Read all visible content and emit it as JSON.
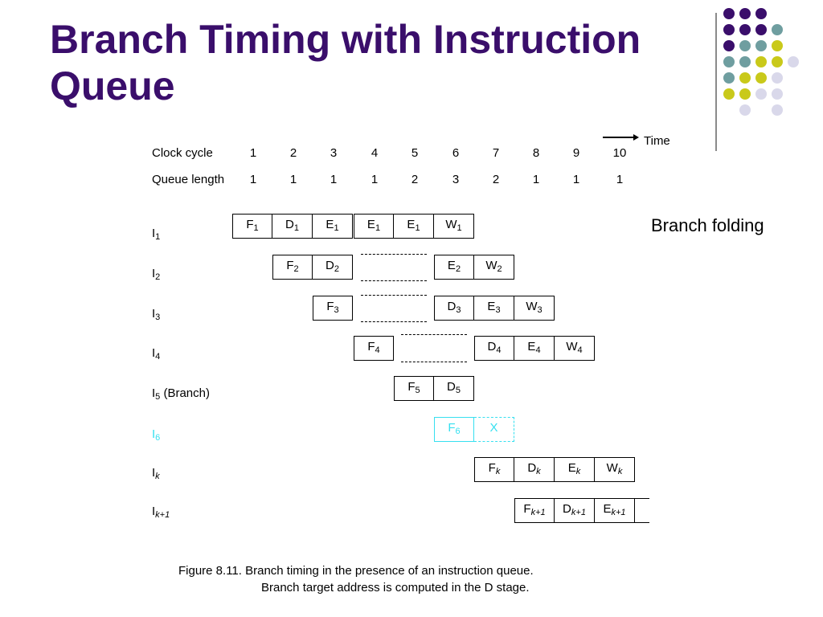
{
  "slide": {
    "title": "Branch Timing with Instruction Queue",
    "accent_color": "#3a0e6b"
  },
  "diagram": {
    "time_label": "Time",
    "clock_cycle_label": "Clock cycle",
    "queue_length_label": "Queue length",
    "cycles": [
      "1",
      "2",
      "3",
      "4",
      "5",
      "6",
      "7",
      "8",
      "9",
      "10"
    ],
    "queue_lengths": [
      "1",
      "1",
      "1",
      "1",
      "2",
      "3",
      "2",
      "1",
      "1",
      "1"
    ],
    "annotation": "Branch folding",
    "row_labels": {
      "i1": {
        "base": "I",
        "sub": "1",
        "suffix": ""
      },
      "i2": {
        "base": "I",
        "sub": "2",
        "suffix": ""
      },
      "i3": {
        "base": "I",
        "sub": "3",
        "suffix": ""
      },
      "i4": {
        "base": "I",
        "sub": "4",
        "suffix": ""
      },
      "i5": {
        "base": "I",
        "sub": "5",
        "suffix": " (Branch)"
      },
      "i6": {
        "base": "I",
        "sub": "6",
        "suffix": ""
      },
      "ik": {
        "base": "I",
        "sub": "k",
        "suffix": ""
      },
      "ik1": {
        "base": "I",
        "sub": "k+1",
        "suffix": ""
      }
    },
    "stages": {
      "i1": [
        {
          "l": "F",
          "s": "1"
        },
        {
          "l": "D",
          "s": "1"
        },
        {
          "l": "E",
          "s": "1"
        },
        {
          "l": "E",
          "s": "1"
        },
        {
          "l": "E",
          "s": "1"
        },
        {
          "l": "W",
          "s": "1"
        }
      ],
      "i2": [
        {
          "l": "F",
          "s": "2"
        },
        {
          "l": "D",
          "s": "2"
        },
        {
          "l": "E",
          "s": "2"
        },
        {
          "l": "W",
          "s": "2"
        }
      ],
      "i3": [
        {
          "l": "F",
          "s": "3"
        },
        {
          "l": "D",
          "s": "3"
        },
        {
          "l": "E",
          "s": "3"
        },
        {
          "l": "W",
          "s": "3"
        }
      ],
      "i4": [
        {
          "l": "F",
          "s": "4"
        },
        {
          "l": "D",
          "s": "4"
        },
        {
          "l": "E",
          "s": "4"
        },
        {
          "l": "W",
          "s": "4"
        }
      ],
      "i5": [
        {
          "l": "F",
          "s": "5"
        },
        {
          "l": "D",
          "s": "5"
        }
      ],
      "i6": [
        {
          "l": "F",
          "s": "6"
        },
        {
          "l": "X",
          "s": ""
        }
      ],
      "ik": [
        {
          "l": "F",
          "s": "k"
        },
        {
          "l": "D",
          "s": "k"
        },
        {
          "l": "E",
          "s": "k"
        },
        {
          "l": "W",
          "s": "k"
        }
      ],
      "ik1": [
        {
          "l": "F",
          "s": "k+1"
        },
        {
          "l": "D",
          "s": "k+1"
        },
        {
          "l": "E",
          "s": "k+1"
        }
      ]
    },
    "highlight_color": "#36e0f0"
  },
  "caption": {
    "line1": "Figure 8.11. Branch timing in the presence of an instruction queue.",
    "line2": "Branch target address is computed in the D stage."
  },
  "decor": {
    "dot_colors": {
      "purple": "#3a0e6b",
      "teal": "#6f9ea0",
      "olive": "#c9c91a",
      "lavender": "#d9d8ea"
    }
  }
}
